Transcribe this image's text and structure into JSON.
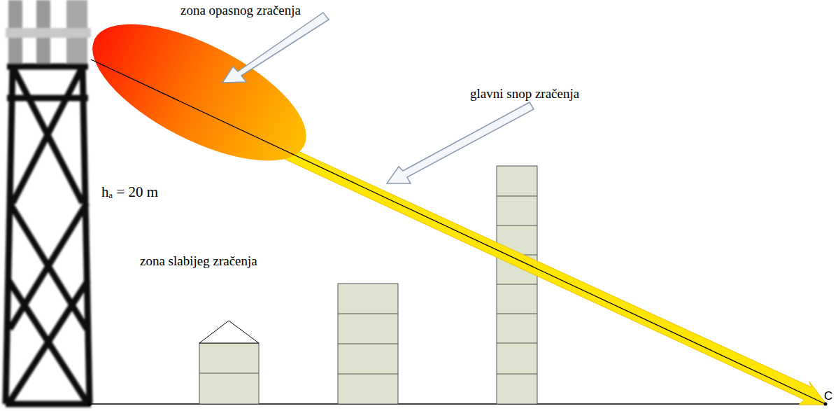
{
  "diagram": {
    "labels": [
      "zona opasnog zračenja",
      "glavni snop zračenja",
      "hₐ = 20 m",
      "zona slabijeg zračenja",
      "C"
    ]
  }
}
